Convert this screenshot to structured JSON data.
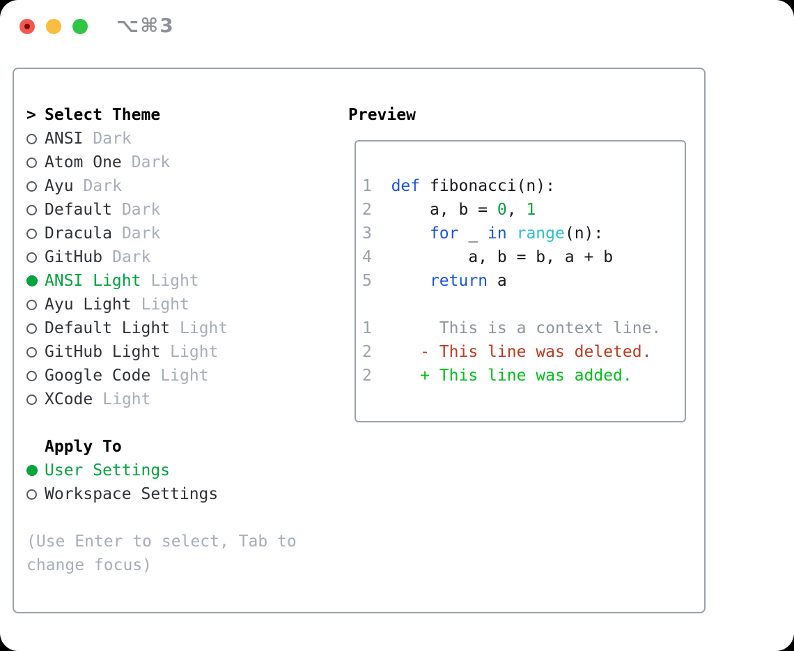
{
  "window": {
    "title": "⌥⌘3"
  },
  "traffic_lights": {
    "close_color": "#f4574e",
    "close_dot_color": "#7c0d06",
    "minimize_color": "#f9bd3f",
    "zoom_color": "#2fc644"
  },
  "colors": {
    "accent_green": "#00a43c",
    "keyword_blue": "#1a56db",
    "builtin_cyan": "#28c2ce",
    "deleted_red": "#c2391f",
    "added_green": "#00c01c",
    "muted_gray": "#a6aeb9",
    "border_gray": "#99a1ad"
  },
  "theme_panel": {
    "header": {
      "prompt": ">",
      "label": "Select Theme"
    },
    "items": [
      {
        "name": "ANSI",
        "tag": "Dark",
        "selected": false
      },
      {
        "name": "Atom One",
        "tag": "Dark",
        "selected": false
      },
      {
        "name": "Ayu",
        "tag": "Dark",
        "selected": false
      },
      {
        "name": "Default",
        "tag": "Dark",
        "selected": false
      },
      {
        "name": "Dracula",
        "tag": "Dark",
        "selected": false
      },
      {
        "name": "GitHub",
        "tag": "Dark",
        "selected": false
      },
      {
        "name": "ANSI Light",
        "tag": "Light",
        "selected": true
      },
      {
        "name": "Ayu Light",
        "tag": "Light",
        "selected": false
      },
      {
        "name": "Default Light",
        "tag": "Light",
        "selected": false
      },
      {
        "name": "GitHub Light",
        "tag": "Light",
        "selected": false
      },
      {
        "name": "Google Code",
        "tag": "Light",
        "selected": false
      },
      {
        "name": "XCode",
        "tag": "Light",
        "selected": false
      }
    ],
    "apply_to": {
      "label": "Apply To",
      "options": [
        {
          "name": "User Settings",
          "selected": true
        },
        {
          "name": "Workspace Settings",
          "selected": false
        }
      ]
    },
    "hint": "(Use Enter to select, Tab to\nchange focus)"
  },
  "preview": {
    "label": "Preview",
    "lines": [
      {
        "num": "1",
        "tokens": [
          [
            "plain",
            "  "
          ],
          [
            "kw",
            "def"
          ],
          [
            "plain",
            " fibonacci(n):"
          ]
        ]
      },
      {
        "num": "2",
        "tokens": [
          [
            "plain",
            "      a, b = "
          ],
          [
            "num",
            "0"
          ],
          [
            "plain",
            ", "
          ],
          [
            "num",
            "1"
          ]
        ]
      },
      {
        "num": "3",
        "tokens": [
          [
            "plain",
            "      "
          ],
          [
            "kw",
            "for"
          ],
          [
            "plain",
            " _ "
          ],
          [
            "kw",
            "in"
          ],
          [
            "plain",
            " "
          ],
          [
            "fn",
            "range"
          ],
          [
            "plain",
            "(n):"
          ]
        ]
      },
      {
        "num": "4",
        "tokens": [
          [
            "plain",
            "          a, b = b, a + b"
          ]
        ]
      },
      {
        "num": "5",
        "tokens": [
          [
            "plain",
            "      "
          ],
          [
            "kw",
            "return"
          ],
          [
            "plain",
            " a"
          ]
        ]
      },
      {
        "blank": true
      },
      {
        "num": "1",
        "tokens": [
          [
            "ctx",
            "       This is a context line."
          ]
        ]
      },
      {
        "num": "2",
        "tokens": [
          [
            "del",
            "     - This line was deleted."
          ]
        ]
      },
      {
        "num": "2",
        "tokens": [
          [
            "add",
            "     + This line was added."
          ]
        ]
      }
    ]
  }
}
